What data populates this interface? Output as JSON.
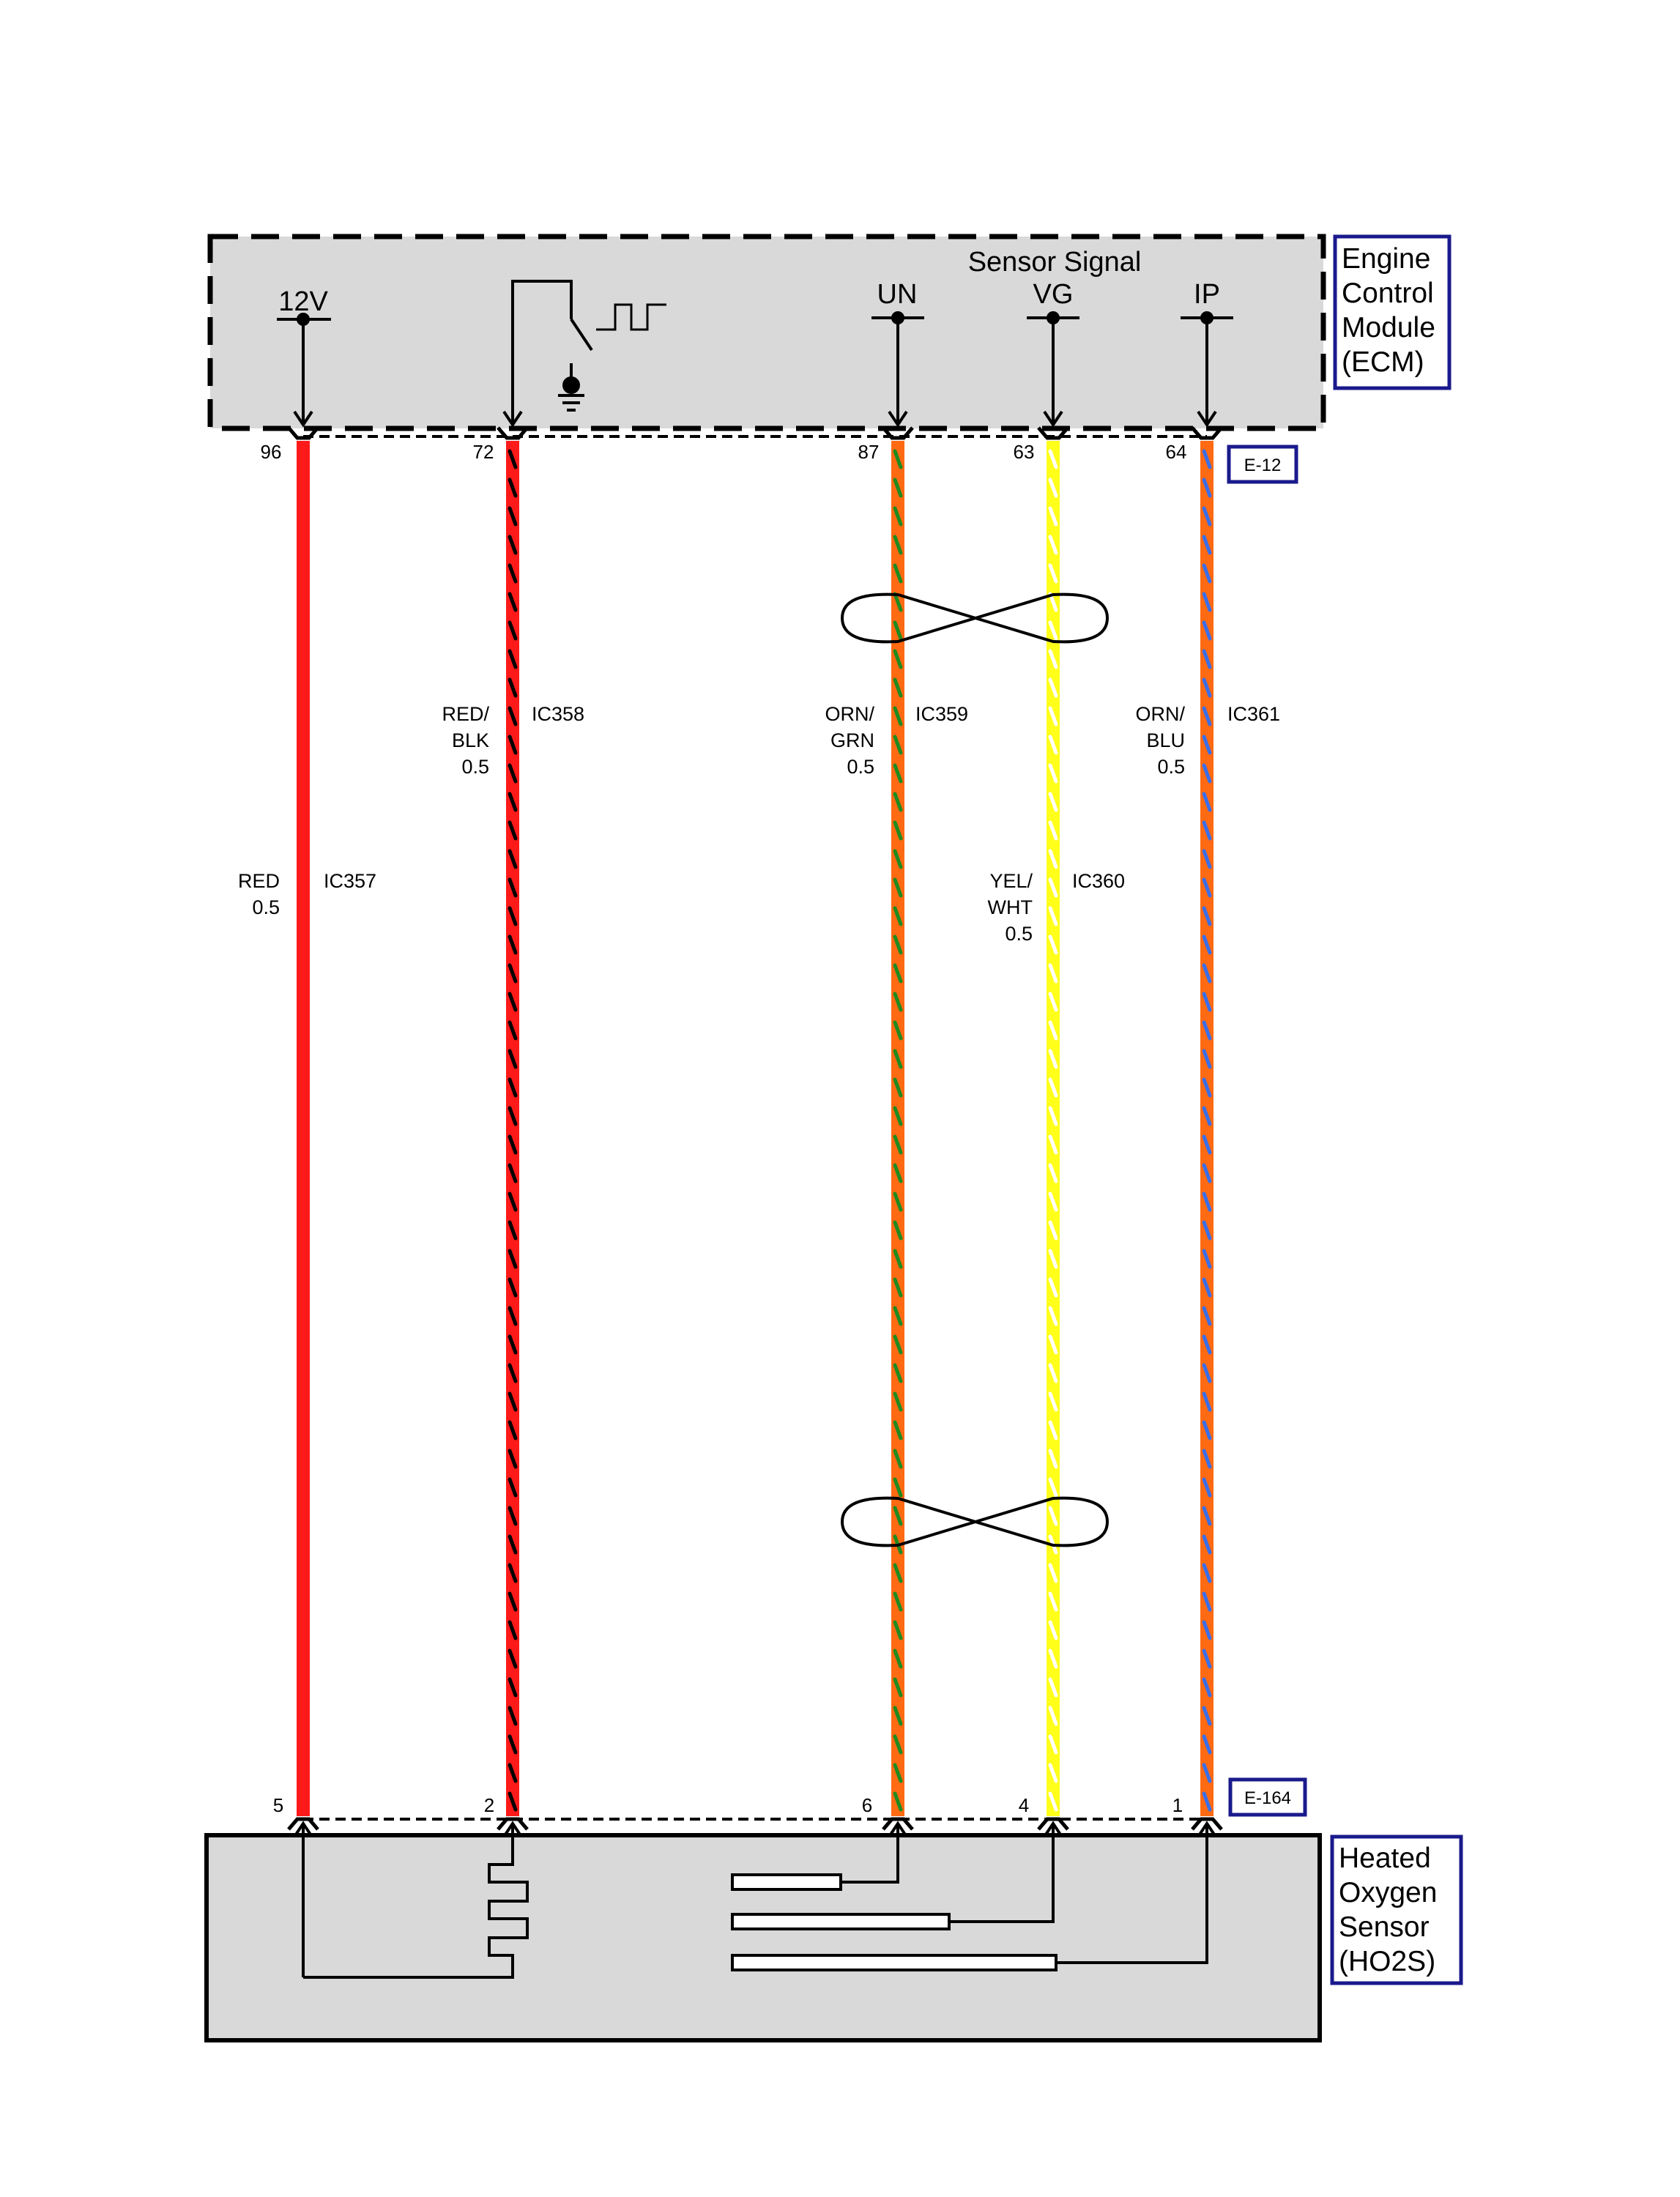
{
  "ecm": {
    "name_lines": [
      "Engine",
      "Control",
      "Module",
      "(ECM)"
    ],
    "sensor_signal_label": "Sensor Signal",
    "pins": [
      {
        "label": "12V",
        "number": "96"
      },
      {
        "label": "",
        "number": "72"
      },
      {
        "label": "UN",
        "number": "87"
      },
      {
        "label": "VG",
        "number": "63"
      },
      {
        "label": "IP",
        "number": "64"
      }
    ],
    "connector": "E-12"
  },
  "sensor": {
    "name_lines": [
      "Heated",
      "Oxygen",
      "Sensor",
      "(HO2S)"
    ],
    "pin_numbers": [
      "5",
      "2",
      "6",
      "4",
      "1"
    ],
    "connector": "E-164"
  },
  "wires": [
    {
      "circuit": "IC357",
      "color_lines": [
        "RED",
        "0.5"
      ],
      "base_color": "#ff1a1a",
      "stripe_color": ""
    },
    {
      "circuit": "IC358",
      "color_lines": [
        "RED/",
        "BLK",
        "0.5"
      ],
      "base_color": "#ff1a1a",
      "stripe_color": "#000000"
    },
    {
      "circuit": "IC359",
      "color_lines": [
        "ORN/",
        "GRN",
        "0.5"
      ],
      "base_color": "#ff6a13",
      "stripe_color": "#1f8a1f"
    },
    {
      "circuit": "IC360",
      "color_lines": [
        "YEL/",
        "WHT",
        "0.5"
      ],
      "base_color": "#ffff1a",
      "stripe_color": "#ffffff"
    },
    {
      "circuit": "IC361",
      "color_lines": [
        "ORN/",
        "BLU",
        "0.5"
      ],
      "base_color": "#ff6a13",
      "stripe_color": "#3a6ee8"
    }
  ],
  "colors": {
    "module_fill": "#d9d9d9",
    "connector_box_stroke": "#1a1a8c"
  }
}
